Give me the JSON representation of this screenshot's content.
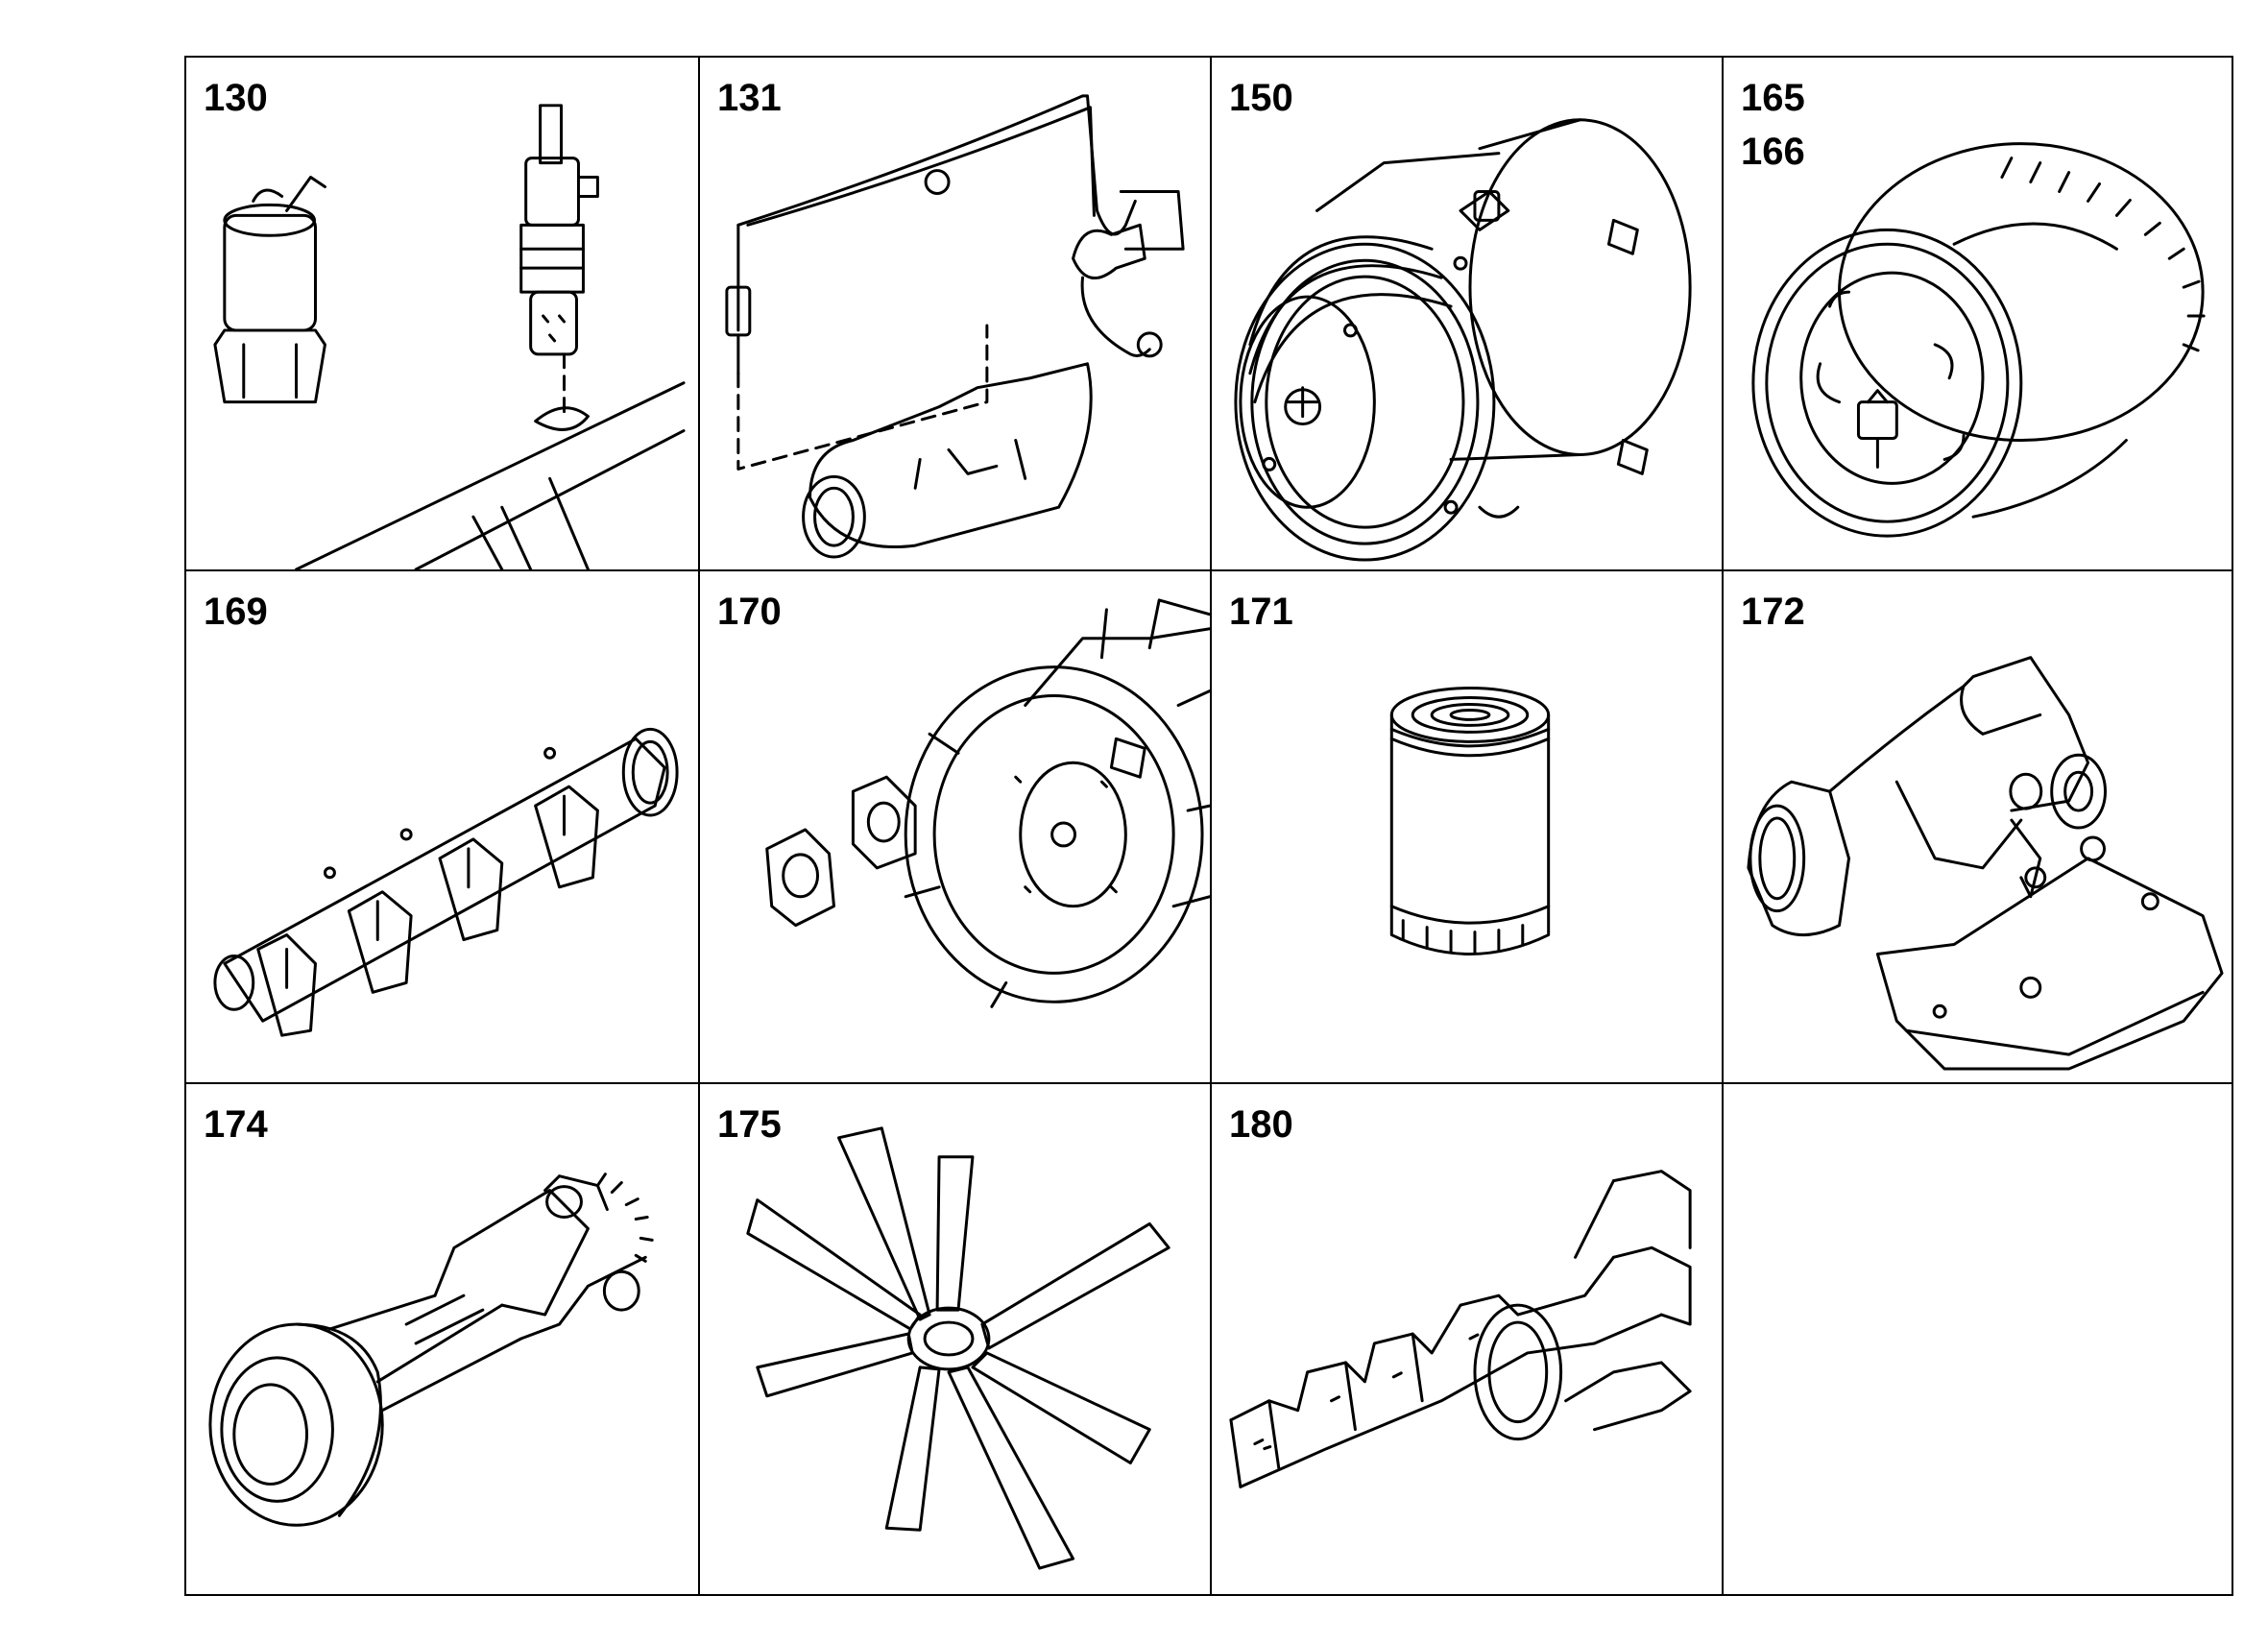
{
  "colors": {
    "line": "#000000",
    "background": "#ffffff"
  },
  "parts": [
    {
      "ref": "130",
      "icon": "glow-plug-and-sensor-icon"
    },
    {
      "ref": "131",
      "icon": "pipe-and-injector-icon"
    },
    {
      "ref": "150",
      "icon": "ac-compressor-icon"
    },
    {
      "ref": "165\n166",
      "icon": "viscous-fan-clutch-icon"
    },
    {
      "ref": "169",
      "icon": "intake-manifold-icon"
    },
    {
      "ref": "170",
      "icon": "flywheel-housing-icon"
    },
    {
      "ref": "171",
      "icon": "oil-filter-icon"
    },
    {
      "ref": "172",
      "icon": "thermostat-housing-icon"
    },
    {
      "ref": "174",
      "icon": "fan-drive-pulley-icon"
    },
    {
      "ref": "175",
      "icon": "cooling-fan-icon"
    },
    {
      "ref": "180",
      "icon": "exhaust-manifold-icon"
    },
    {
      "ref": "",
      "icon": ""
    }
  ]
}
